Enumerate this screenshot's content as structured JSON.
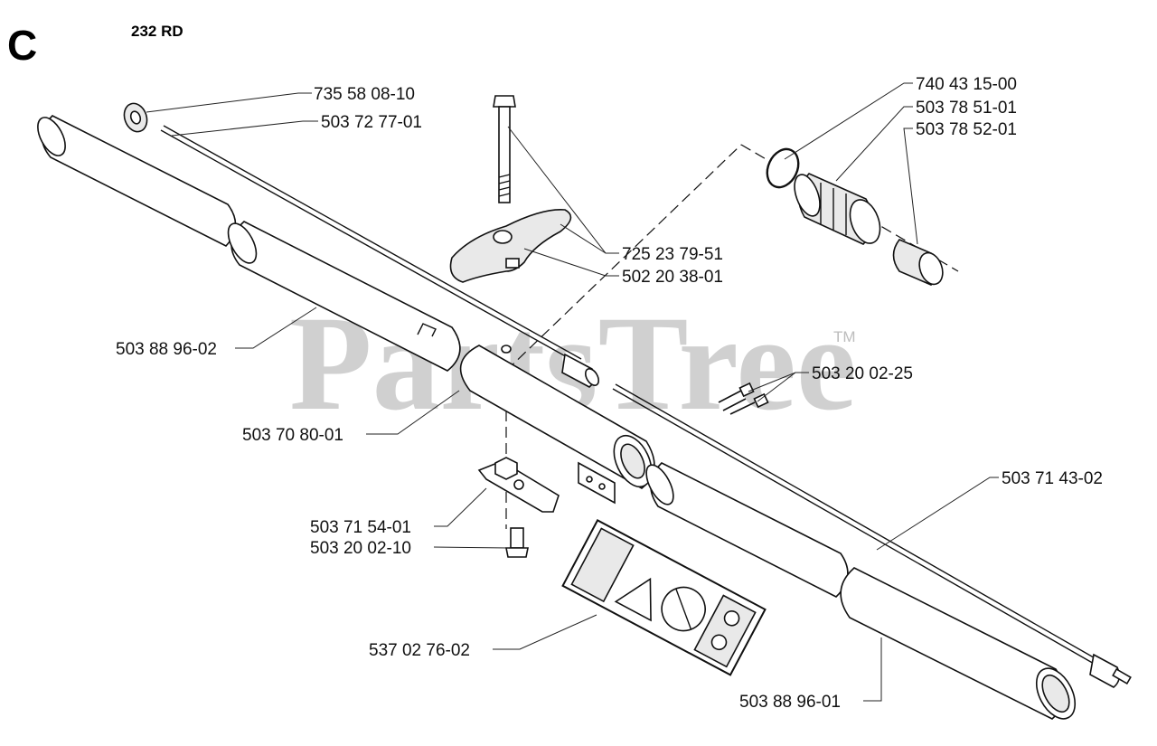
{
  "diagram": {
    "section": "C",
    "model": "232 RD",
    "watermark": "PartsTree",
    "trademark": "TM",
    "parts": [
      {
        "id": "735-58-08-10",
        "label": "735 58 08-10"
      },
      {
        "id": "503-72-77-01",
        "label": "503 72 77-01"
      },
      {
        "id": "740-43-15-00",
        "label": "740 43 15-00"
      },
      {
        "id": "503-78-51-01",
        "label": "503 78 51-01"
      },
      {
        "id": "503-78-52-01",
        "label": "503 78 52-01"
      },
      {
        "id": "725-23-79-51",
        "label": "725 23 79-51"
      },
      {
        "id": "502-20-38-01",
        "label": "502 20 38-01"
      },
      {
        "id": "503-88-96-02",
        "label": "503 88 96-02"
      },
      {
        "id": "503-20-02-25",
        "label": "503 20 02-25"
      },
      {
        "id": "503-70-80-01",
        "label": "503 70 80-01"
      },
      {
        "id": "503-71-43-02",
        "label": "503 71 43-02"
      },
      {
        "id": "503-71-54-01",
        "label": "503 71 54-01"
      },
      {
        "id": "503-20-02-10",
        "label": "503 20 02-10"
      },
      {
        "id": "537-02-76-02",
        "label": "537 02 76-02"
      },
      {
        "id": "503-88-96-01",
        "label": "503 88 96-01"
      }
    ]
  }
}
